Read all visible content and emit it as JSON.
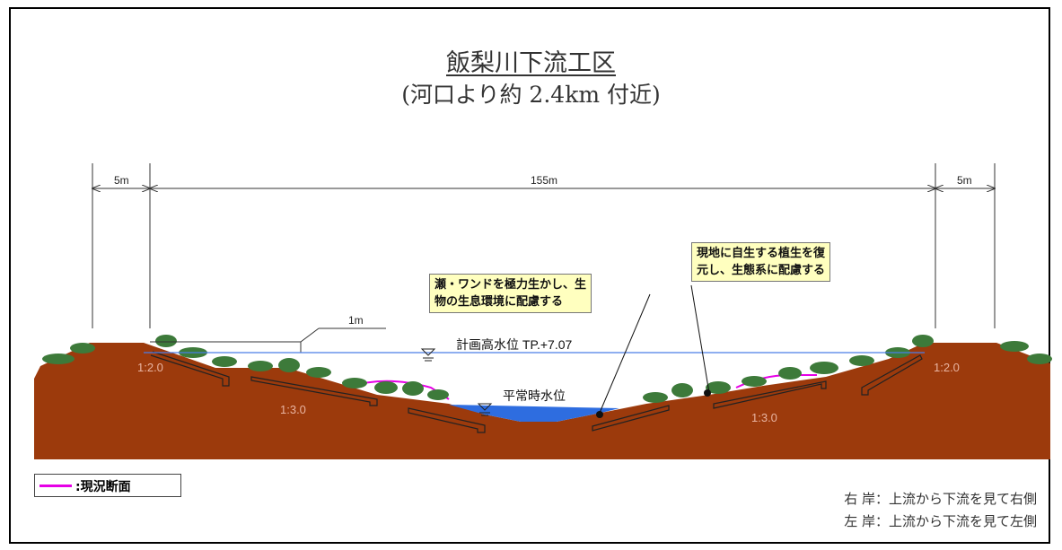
{
  "title": "飯梨川下流工区",
  "subtitle": "(河口より約 2.4km 付近)",
  "dimensions": {
    "left_bank_width": "5m",
    "river_width": "155m",
    "right_bank_width": "5m",
    "freeboard": "1m"
  },
  "water_levels": {
    "planned_high": "計画高水位 TP.+7.07",
    "normal": "平常時水位"
  },
  "slopes": {
    "left_upper": "1:2.0",
    "left_lower": "1:3.0",
    "right_lower": "1:3.0",
    "right_upper": "1:2.0"
  },
  "callouts": {
    "shoals": "瀬・ワンドを極力生かし、生\n物の生息環境に配慮する",
    "vegetation": "現地に自生する植生を復\n元し、生態系に配慮する"
  },
  "legend": {
    "label": ":現況断面",
    "color": "#e600e6"
  },
  "notes": {
    "right_bank": "右 岸：上流から下流を見て右側",
    "left_bank": "左 岸：上流から下流を見て左側"
  },
  "colors": {
    "soil": "#9c3a0c",
    "water": "#2e6de0",
    "vegetation": "#3d7a3a",
    "callout_bg": "#ffffbf"
  }
}
